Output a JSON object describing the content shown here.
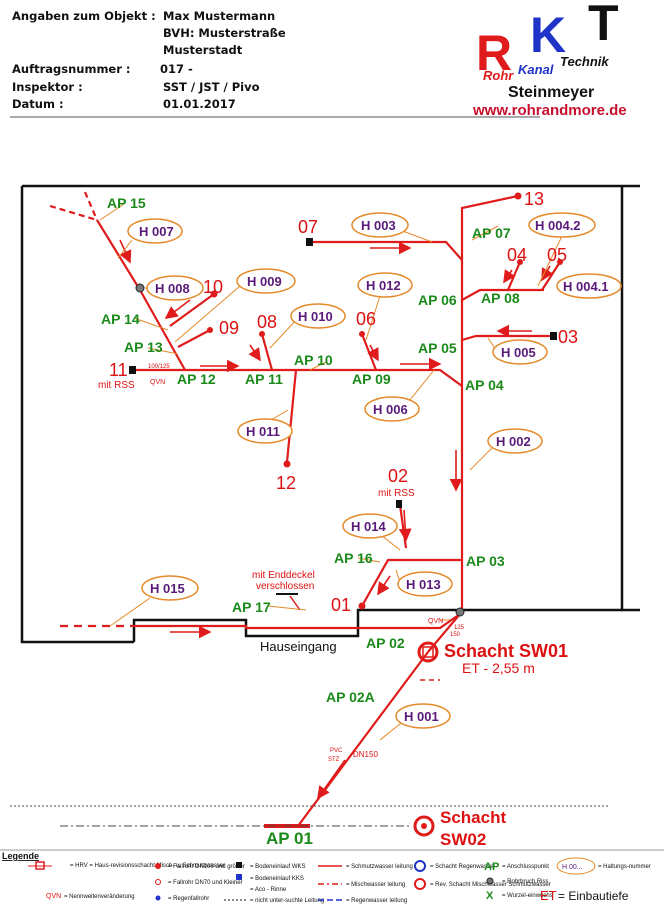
{
  "header": {
    "object_label": "Angaben zum Objekt :",
    "object_lines": [
      "Max Mustermann",
      "BVH: Musterstraße",
      "Musterstadt"
    ],
    "order_label": "Auftragsnummer  :",
    "order_value": "017 -",
    "inspector_label": "Inspektor :",
    "inspector_value": "SST / JST / Pivo",
    "date_label": "Datum :",
    "date_value": "01.01.2017"
  },
  "logo": {
    "letters": [
      "R",
      "K",
      "T"
    ],
    "company_parts": [
      "Rohr",
      "Kanal",
      "Technik"
    ],
    "owner": "Steinmeyer",
    "url": "www.rohrandmore.de"
  },
  "colors": {
    "pipe": "#e01b1b",
    "ap_label": "#1a8a1a",
    "haltung_text": "#5a1a7a",
    "bubble_border": "#e58a2a",
    "logo_red": "#e01b1b",
    "logo_blue": "#1f33c8",
    "url": "#c8102e"
  },
  "anschluss_points": [
    {
      "id": "ap15",
      "label": "AP 15"
    },
    {
      "id": "ap14",
      "label": "AP 14"
    },
    {
      "id": "ap13",
      "label": "AP 13"
    },
    {
      "id": "ap12",
      "label": "AP 12"
    },
    {
      "id": "ap11",
      "label": "AP 11"
    },
    {
      "id": "ap10",
      "label": "AP 10"
    },
    {
      "id": "ap09",
      "label": "AP 09"
    },
    {
      "id": "ap07",
      "label": "AP 07"
    },
    {
      "id": "ap06",
      "label": "AP 06"
    },
    {
      "id": "ap08",
      "label": "AP 08"
    },
    {
      "id": "ap05",
      "label": "AP 05"
    },
    {
      "id": "ap04",
      "label": "AP 04"
    },
    {
      "id": "ap03",
      "label": "AP 03"
    },
    {
      "id": "ap16",
      "label": "AP 16"
    },
    {
      "id": "ap17",
      "label": "AP 17"
    },
    {
      "id": "ap02",
      "label": "AP 02"
    },
    {
      "id": "ap02a",
      "label": "AP 02A"
    },
    {
      "id": "ap01",
      "label": "AP 01"
    }
  ],
  "haltungen": [
    {
      "id": "h007",
      "label": "H 007"
    },
    {
      "id": "h003",
      "label": "H 003"
    },
    {
      "id": "h0042",
      "label": "H 004.2"
    },
    {
      "id": "h0041",
      "label": "H 004.1"
    },
    {
      "id": "h008",
      "label": "H 008"
    },
    {
      "id": "h009",
      "label": "H 009"
    },
    {
      "id": "h012",
      "label": "H 012"
    },
    {
      "id": "h010",
      "label": "H 010"
    },
    {
      "id": "h005",
      "label": "H 005"
    },
    {
      "id": "h006",
      "label": "H 006"
    },
    {
      "id": "h011",
      "label": "H 011"
    },
    {
      "id": "h002",
      "label": "H 002"
    },
    {
      "id": "h014",
      "label": "H 014"
    },
    {
      "id": "h013",
      "label": "H 013"
    },
    {
      "id": "h015",
      "label": "H 015"
    },
    {
      "id": "h001",
      "label": "H 001"
    }
  ],
  "pipe_numbers": [
    {
      "id": "n13",
      "label": "13"
    },
    {
      "id": "n07",
      "label": "07"
    },
    {
      "id": "n04",
      "label": "04"
    },
    {
      "id": "n05",
      "label": "05"
    },
    {
      "id": "n10",
      "label": "10"
    },
    {
      "id": "n09",
      "label": "09"
    },
    {
      "id": "n08",
      "label": "08"
    },
    {
      "id": "n06",
      "label": "06"
    },
    {
      "id": "n03",
      "label": "03"
    },
    {
      "id": "n11",
      "label": "11"
    },
    {
      "id": "n12",
      "label": "12"
    },
    {
      "id": "n02",
      "label": "02"
    },
    {
      "id": "n01",
      "label": "01"
    }
  ],
  "annotations": {
    "mit_rss": "mit RSS",
    "enddeckel_1": "mit Enddeckel",
    "enddeckel_2": "verschlossen",
    "hauseingang": "Hauseingang",
    "qvn": "QVN",
    "dim_100_125": "100/125",
    "dim_125": "125",
    "dim_150": "150",
    "pvc": "PVC",
    "stz": "STZ",
    "dn150": "DN150"
  },
  "shafts": [
    {
      "id": "sw01",
      "name": "Schacht SW01",
      "depth": "ET - 2,55 m"
    },
    {
      "id": "sw02",
      "name_lines": [
        "Schacht",
        "SW02"
      ]
    }
  ],
  "legend": {
    "title": "Legende",
    "hrv": "= HRV = Haus-revisionsschacht Misch- u. Schmutzwasser",
    "qvn": "= Nennweitenveränderung",
    "qvn_symbol": "QVN",
    "fallrohr_big": "= Fallrohr DN100 und größer",
    "fallrohr_small": "= Fallrohr DN70 und Kleiner",
    "regenfallrohr": "= Regenfallrohr",
    "bodeneinlauf_wks": "= Bodeneinlauf WKS",
    "bodeneinlauf_kks": "= Bodeneinlauf KKS",
    "aco_rinne": "= Aco - Rinne",
    "nicht_untersucht": "= nicht unter-suchte Leitung",
    "schmutzwasser": "= Schmutzwasser leitung",
    "mischwasser": "= Mischwasser leitung",
    "regenwasser": "= Regenwasser leitung",
    "schacht_regen": "= Schacht Regenwasser",
    "rev_schacht": "= Rev. Schacht Mischwasser Schmutzwasser",
    "anschluss": "= Anschlusspunkt",
    "rohrbruch": "= Rohrbruch,Riss",
    "wurzel": "= Wurzel-einwuchs",
    "haltung": "= Haltungs-nummer",
    "haltung_symbol": "H 00...",
    "ap_symbol": "AP",
    "x_symbol": "X",
    "et_symbol": "ET",
    "et": "= Einbautiefe"
  }
}
